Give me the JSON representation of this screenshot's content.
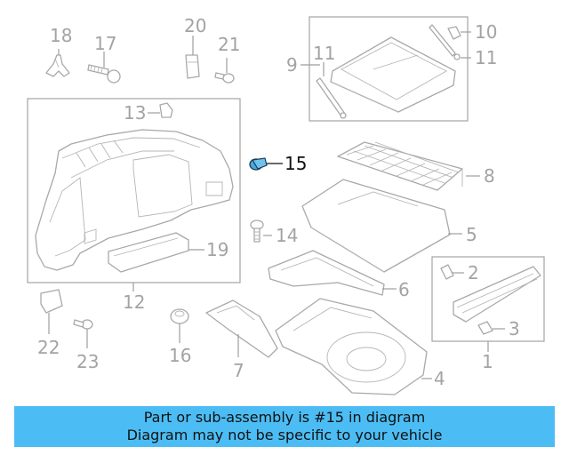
{
  "callouts": {
    "c1": "1",
    "c2": "2",
    "c3": "3",
    "c4": "4",
    "c5": "5",
    "c6": "6",
    "c7": "7",
    "c8": "8",
    "c9": "9",
    "c10": "10",
    "c11a": "11",
    "c11b": "11",
    "c12": "12",
    "c13": "13",
    "c14": "14",
    "c15": "15",
    "c16": "16",
    "c17": "17",
    "c18": "18",
    "c19": "19",
    "c20": "20",
    "c21": "21",
    "c22": "22",
    "c23": "23"
  },
  "highlighted_part": "15",
  "colors": {
    "highlight_part": "#4aa8d8",
    "banner_background": "#4cbdf4",
    "active_text": "#111111",
    "inactive_text": "#a3a3a3"
  },
  "banner": {
    "line1": "Part or sub-assembly is #15 in diagram",
    "line2": "Diagram may not be specific to your vehicle"
  }
}
